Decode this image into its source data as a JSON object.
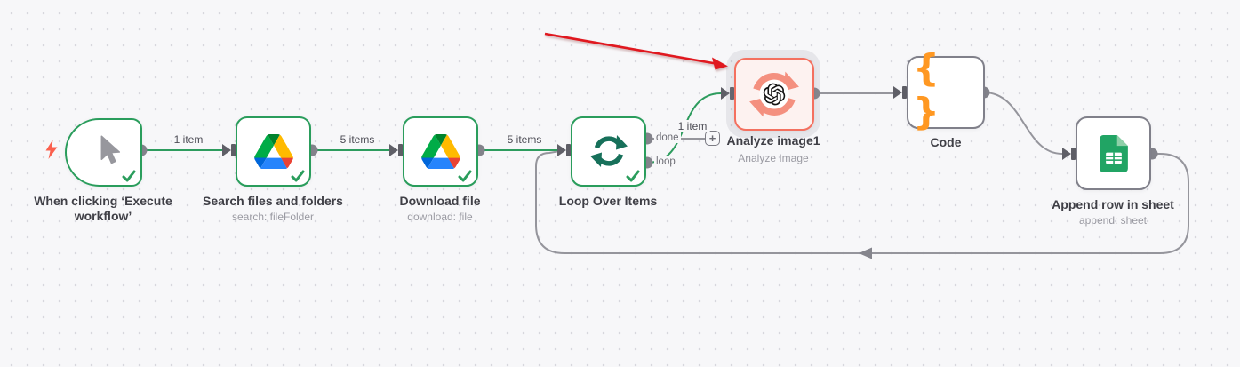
{
  "app": "n8n-workflow-editor",
  "colors": {
    "wire-green": "#2d9c5e",
    "wire-gray": "#95959c",
    "node-green": "#2a9d5c",
    "error-red": "#f4705f",
    "error-bg": "#fdf2f0",
    "annotation-red": "#e0181f",
    "code-orange": "#ff9822",
    "loop-icon-green": "#17705a",
    "openai-arrow-salmon": "#f4907f"
  },
  "nodes": [
    {
      "id": "trigger",
      "title": "When clicking ‘Execute workflow’",
      "icon": "cursor-icon",
      "status": "success"
    },
    {
      "id": "gdrive-search",
      "title": "Search files and folders",
      "subtitle": "search: fileFolder",
      "icon": "google-drive-icon",
      "status": "success"
    },
    {
      "id": "gdrive-download",
      "title": "Download file",
      "subtitle": "download: file",
      "icon": "google-drive-icon",
      "status": "success"
    },
    {
      "id": "loop",
      "title": "Loop Over Items",
      "icon": "loop-refresh-icon",
      "status": "success",
      "outputs": [
        {
          "label": "done"
        },
        {
          "label": "loop"
        }
      ]
    },
    {
      "id": "openai-analyze",
      "title": "Analyze image1",
      "subtitle": "Analyze Image",
      "icon": "openai-icon",
      "status": "error-highlighted"
    },
    {
      "id": "code",
      "title": "Code",
      "icon": "code-braces-icon",
      "icon_glyph": "{ }",
      "status": "idle"
    },
    {
      "id": "gsheets-append",
      "title": "Append row in sheet",
      "subtitle": "append: sheet",
      "icon": "google-sheets-icon",
      "status": "idle"
    }
  ],
  "connections": [
    {
      "from": "trigger",
      "to": "gdrive-search",
      "label": "1 item",
      "color": "green"
    },
    {
      "from": "gdrive-search",
      "to": "gdrive-download",
      "label": "5 items",
      "color": "green"
    },
    {
      "from": "gdrive-download",
      "to": "loop",
      "label": "5 items",
      "color": "green"
    },
    {
      "from": "loop:loop",
      "to": "openai-analyze",
      "label": "1 item",
      "color": "green"
    },
    {
      "from": "openai-analyze",
      "to": "code",
      "color": "gray"
    },
    {
      "from": "code",
      "to": "gsheets-append",
      "color": "gray"
    },
    {
      "from": "gsheets-append",
      "to": "loop",
      "color": "gray",
      "type": "loop-back"
    }
  ],
  "add_node_button": {
    "label": "+"
  },
  "annotation": {
    "type": "red-arrow",
    "points_to": "openai-analyze"
  }
}
